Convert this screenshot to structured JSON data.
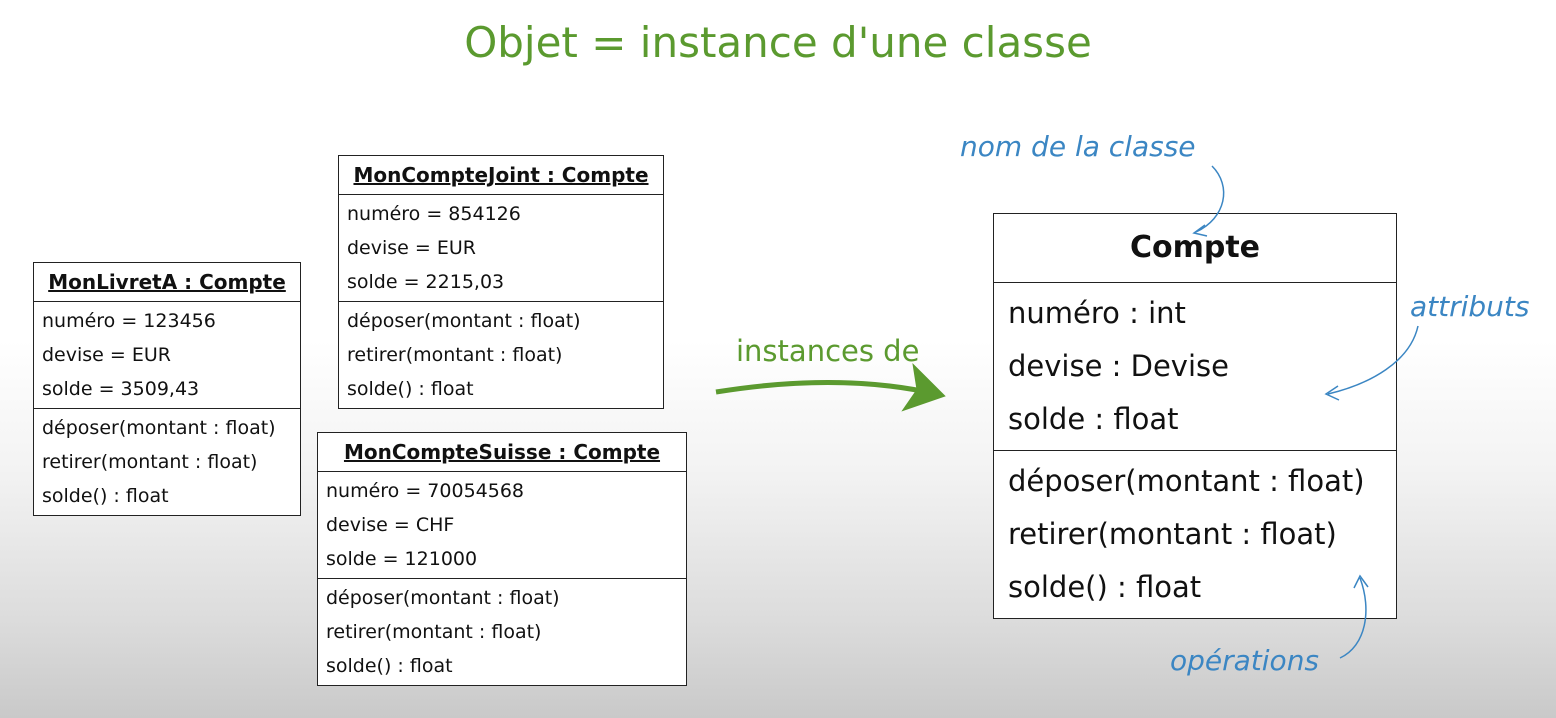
{
  "title": "Objet = instance d'une classe",
  "objects": [
    {
      "header": "MonLivretA : Compte",
      "attributes": [
        "numéro = 123456",
        "devise = EUR",
        "solde = 3509,43"
      ],
      "operations": [
        "déposer(montant : float)",
        "retirer(montant : float)",
        "solde() : float"
      ]
    },
    {
      "header": "MonCompteJoint : Compte",
      "attributes": [
        "numéro = 854126",
        "devise = EUR",
        "solde = 2215,03"
      ],
      "operations": [
        "déposer(montant : float)",
        "retirer(montant : float)",
        "solde() : float"
      ]
    },
    {
      "header": "MonCompteSuisse : Compte",
      "attributes": [
        "numéro = 70054568",
        "devise = CHF",
        "solde = 121000"
      ],
      "operations": [
        "déposer(montant : float)",
        "retirer(montant : float)",
        "solde() : float"
      ]
    }
  ],
  "class_box": {
    "name": "Compte",
    "attributes": [
      "numéro : int",
      "devise : Devise",
      "solde : float"
    ],
    "operations": [
      "déposer(montant : float)",
      "retirer(montant : float)",
      "solde() : float"
    ]
  },
  "annotations": {
    "class_name": "nom de la classe",
    "attributes": "attributs",
    "operations": "opérations",
    "instances": "instances de"
  },
  "colors": {
    "green": "#5b9a2f",
    "blue": "#3b86c3",
    "border": "#222222"
  }
}
